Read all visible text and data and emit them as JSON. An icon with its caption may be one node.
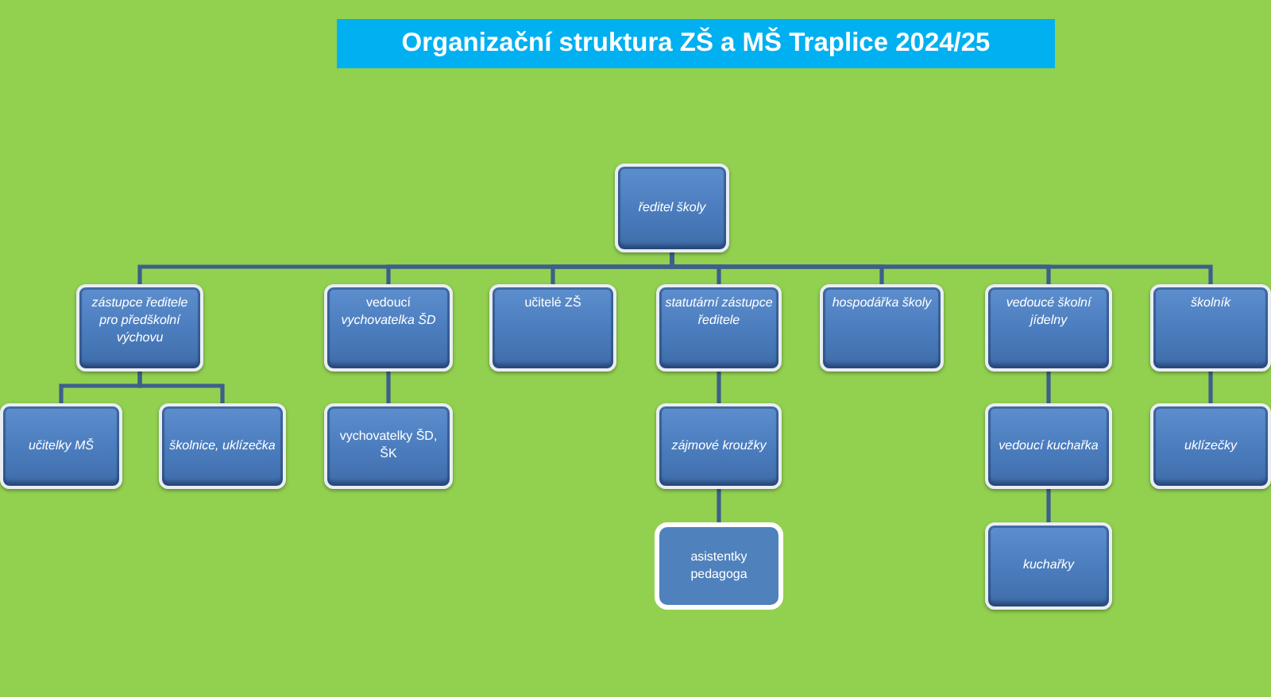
{
  "diagram": {
    "title": "Organizační struktura ZŠ a MŠ Traplice 2024/25",
    "nodes": [
      {
        "text": [
          "ředitel školy"
        ]
      },
      {
        "text": [
          "zástupce ředitele pro předškolní výchovu"
        ]
      },
      {
        "text": [
          "vedoucí *vychovatelka ŠD*"
        ]
      },
      {
        "text": [
          "učitelé ZŠ"
        ]
      },
      {
        "text": [
          "statutární zástupce ředitele"
        ]
      },
      {
        "text": [
          "hospodářka školy"
        ]
      },
      {
        "text": [
          "vedoucé školní jídelny"
        ]
      },
      {
        "text": [
          "školník"
        ]
      },
      {
        "text": [
          "učitelky MŠ"
        ]
      },
      {
        "text": [
          "školnice, uklízečka"
        ]
      },
      {
        "text": [
          "vychovatelky ŠD, ŠK"
        ]
      },
      {
        "text": [
          "zájmové kroužky"
        ]
      },
      {
        "text": [
          "vedoucí kuchařka"
        ]
      },
      {
        "text": [
          "uklízečky"
        ]
      },
      {
        "text": [
          "asistentky pedagoga"
        ]
      },
      {
        "text": [
          "kuchařky"
        ]
      }
    ],
    "edges": [
      {
        "from": 0,
        "to": 1,
        "arrow": "none"
      },
      {
        "from": 0,
        "to": 2,
        "arrow": "none"
      },
      {
        "from": 0,
        "to": 3,
        "arrow": "none"
      },
      {
        "from": 0,
        "to": 4,
        "arrow": "none"
      },
      {
        "from": 0,
        "to": 5,
        "arrow": "none"
      },
      {
        "from": 0,
        "to": 6,
        "arrow": "none"
      },
      {
        "from": 0,
        "to": 7,
        "arrow": "none"
      },
      {
        "from": 1,
        "to": 8,
        "arrow": "none"
      },
      {
        "from": 1,
        "to": 9,
        "arrow": "none"
      },
      {
        "from": 2,
        "to": 10,
        "arrow": "none"
      },
      {
        "from": 4,
        "to": 11,
        "arrow": "none"
      },
      {
        "from": 11,
        "to": 14,
        "arrow": "none"
      },
      {
        "from": 6,
        "to": 12,
        "arrow": "none"
      },
      {
        "from": 12,
        "to": 15,
        "arrow": "none"
      },
      {
        "from": 7,
        "to": 13,
        "arrow": "none"
      }
    ]
  }
}
